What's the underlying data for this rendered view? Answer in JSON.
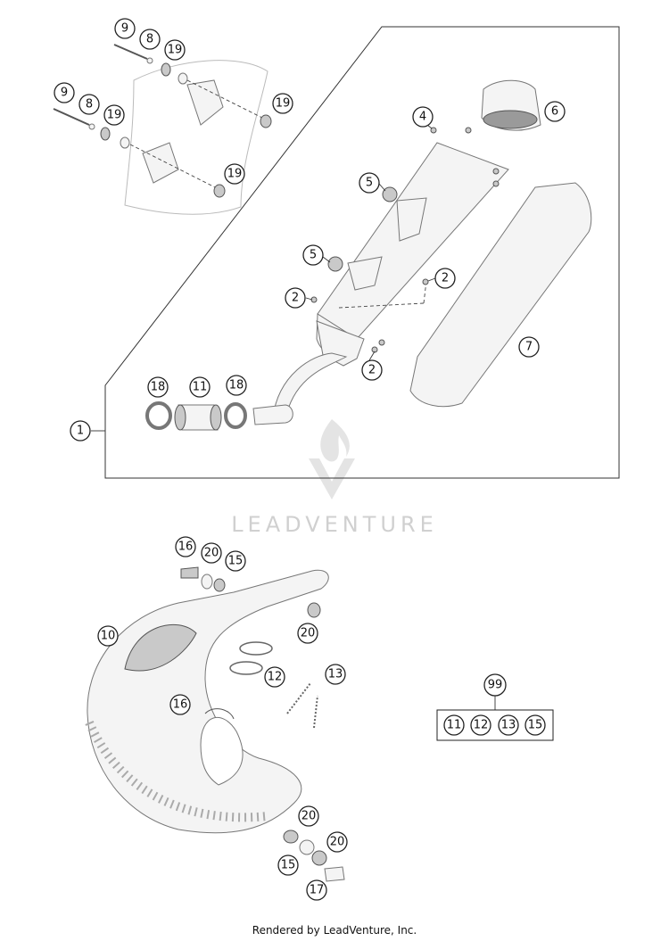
{
  "callouts": {
    "c9a": "9",
    "c8a": "8",
    "c19a": "19",
    "c19b": "19",
    "c9b": "9",
    "c8b": "8",
    "c19c": "19",
    "c19d": "19",
    "c4": "4",
    "c6": "6",
    "c5a": "5",
    "c5b": "5",
    "c2a": "2",
    "c2b": "2",
    "c2c": "2",
    "c7": "7",
    "c18a": "18",
    "c11": "11",
    "c18b": "18",
    "c1": "1",
    "c16a": "16",
    "c20a": "20",
    "c15a": "15",
    "c10": "10",
    "c20b": "20",
    "c12": "12",
    "c13": "13",
    "c16b": "16",
    "c20c": "20",
    "c20d": "20",
    "c15b": "15",
    "c17": "17"
  },
  "kit": {
    "number": "99",
    "parts": [
      "11",
      "12",
      "13",
      "15"
    ]
  },
  "watermark": "LEADVENTURE",
  "footer": "Rendered by LeadVenture, Inc."
}
